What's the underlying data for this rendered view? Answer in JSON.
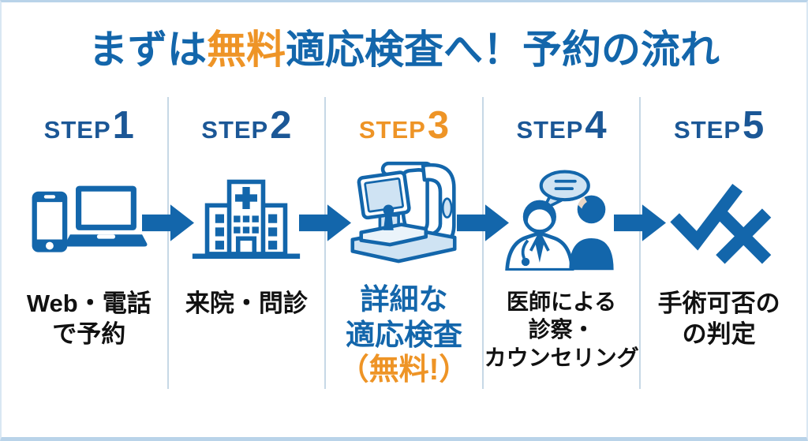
{
  "colors": {
    "blue": "#1366ab",
    "step_blue": "#1b5796",
    "orange": "#ee9426",
    "text": "#111111",
    "icon_light": "#cfe3f3",
    "icon_lighter": "#eaf3fa",
    "divider": "#c7d8e6",
    "border": "#b9d3e9",
    "skin": "#ead7c6"
  },
  "title": {
    "parts": [
      {
        "text": "まずは",
        "color": "blue"
      },
      {
        "text": "無料",
        "color": "orange"
      },
      {
        "text": "適応検査へ！予約の流れ",
        "color": "blue"
      }
    ]
  },
  "steps": [
    {
      "label": "STEP",
      "number": "1",
      "icon": "smartphone-laptop-icon",
      "caption_lines": [
        "Web・電話",
        "で予約"
      ]
    },
    {
      "label": "STEP",
      "number": "2",
      "icon": "hospital-icon",
      "caption_lines": [
        "来院・問診"
      ]
    },
    {
      "label": "STEP",
      "number": "3",
      "icon": "eye-exam-machine-icon",
      "caption_lines": [
        "詳細な",
        "適応検査"
      ],
      "caption_note": "（無料!）",
      "highlight": true
    },
    {
      "label": "STEP",
      "number": "4",
      "icon": "doctor-patient-icon",
      "caption_lines": [
        "医師による",
        "診察・",
        "カウンセリング"
      ]
    },
    {
      "label": "STEP",
      "number": "5",
      "icon": "check-cross-icon",
      "caption_lines": [
        "手術可否の",
        "の判定"
      ]
    }
  ]
}
